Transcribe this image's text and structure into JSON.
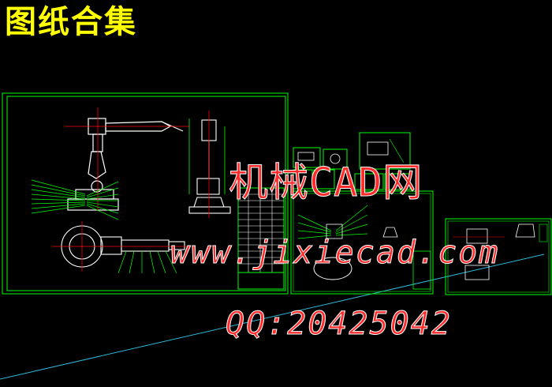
{
  "page": {
    "title": "图纸合集",
    "background_color": "#000000",
    "title_color": "#ffff00"
  },
  "watermark": {
    "site_name": "机械CAD网",
    "url": "www.jixiecad.com",
    "qq": "QQ:20425042",
    "color": "#ff2a2a"
  },
  "drawing": {
    "frame_color": "#00ff00",
    "line_colors": [
      "#00ff00",
      "#ffffff",
      "#ff0000",
      "#00ffff"
    ]
  }
}
